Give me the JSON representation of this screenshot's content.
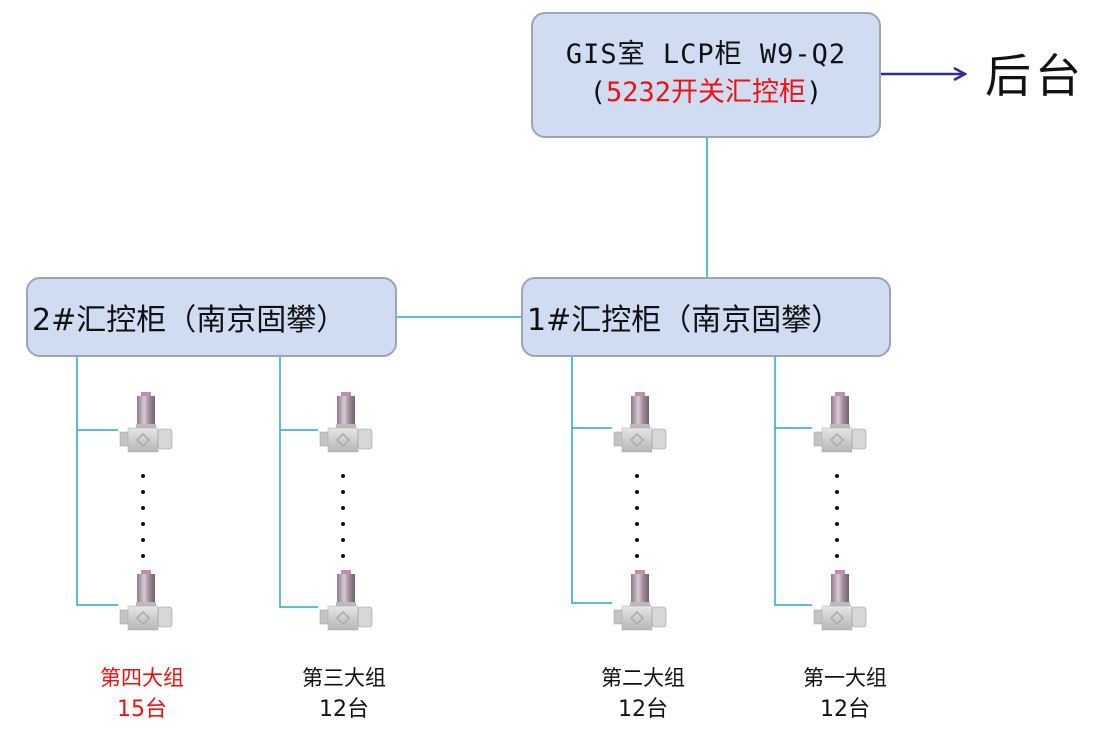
{
  "top_node": {
    "line1": "GIS室 LCP柜 W9-Q2",
    "line2_open": "(",
    "line2_red": "5232开关汇控柜",
    "line2_close": ")"
  },
  "arrow_target": {
    "label": "后台"
  },
  "cabinets": [
    {
      "label": "2#汇控柜（南京固攀）"
    },
    {
      "label": "1#汇控柜（南京固攀）"
    }
  ],
  "groups": [
    {
      "name": "第四大组",
      "count": "15台",
      "highlight": true
    },
    {
      "name": "第三大组",
      "count": "12台",
      "highlight": false
    },
    {
      "name": "第二大组",
      "count": "12台",
      "highlight": false
    },
    {
      "name": "第一大组",
      "count": "12台",
      "highlight": false
    }
  ],
  "colors": {
    "box_fill": "#cfdcf2",
    "box_border": "#9aa6b6",
    "connector": "#2aa6c8",
    "arrow": "#2e2e8c",
    "highlight_text": "#ee1111"
  }
}
